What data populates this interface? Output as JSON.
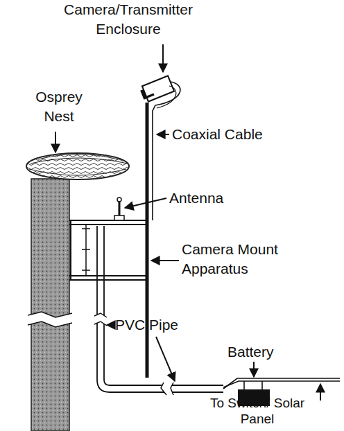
{
  "diagram": {
    "labels": [
      "Camera/Transmitter Enclosure",
      "Osprey Nest",
      "Coaxial Cable",
      "Antenna",
      "Camera Mount Apparatus",
      "PVC Pipe",
      "Battery",
      "To Switch/ Solar Panel"
    ]
  }
}
